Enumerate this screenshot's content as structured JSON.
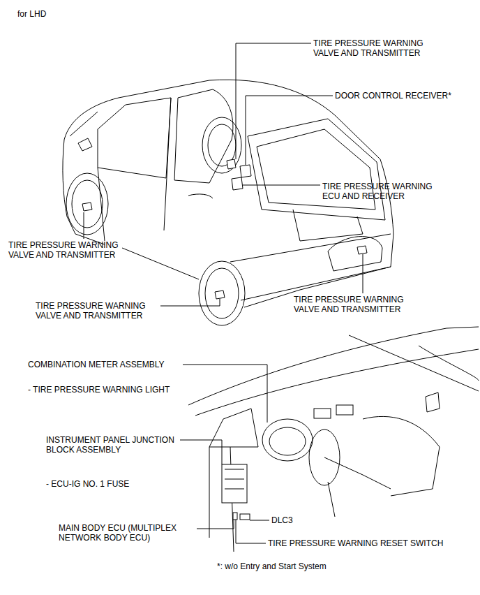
{
  "diagram": {
    "labels": [
      "for LHD",
      "TIRE PRESSURE WARNING VALVE AND TRANSMITTER",
      "DOOR CONTROL RECEIVER*",
      "TIRE PRESSURE WARNING ECU AND RECEIVER",
      "TIRE PRESSURE WARNING VALVE AND TRANSMITTER",
      "TIRE PRESSURE WARNING VALVE AND TRANSMITTER",
      "TIRE PRESSURE WARNING VALVE AND TRANSMITTER",
      "COMBINATION METER ASSEMBLY",
      "- TIRE PRESSURE WARNING LIGHT",
      "INSTRUMENT PANEL JUNCTION BLOCK ASSEMBLY",
      "- ECU-IG NO. 1 FUSE",
      "MAIN BODY ECU (MULTIPLEX NETWORK BODY ECU)",
      "DLC3",
      "TIRE PRESSURE WARNING RESET SWITCH",
      "*: w/o Entry and Start System"
    ]
  }
}
